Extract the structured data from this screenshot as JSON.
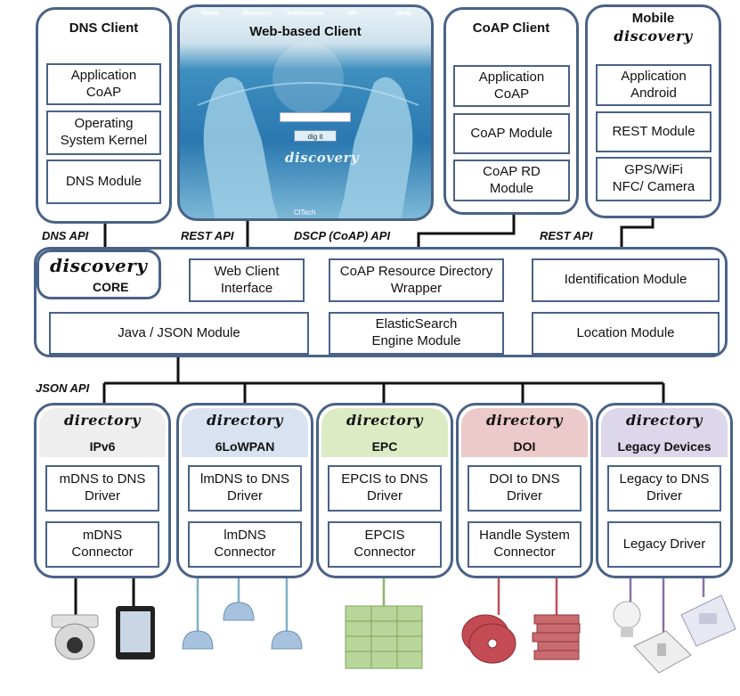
{
  "clients": {
    "dns": {
      "title": "DNS Client",
      "boxes": [
        "Application\nCoAP",
        "Operating\nSystem Kernel",
        "DNS Module"
      ]
    },
    "web": {
      "title": "Web-based Client",
      "nav": [
        "Home",
        "discovery",
        "Architecture",
        "API",
        "Help"
      ],
      "button": "dig it",
      "logo": "discovery",
      "credit": "ClTech"
    },
    "coap": {
      "title": "CoAP Client",
      "boxes": [
        "Application\nCoAP",
        "CoAP Module",
        "CoAP RD\nModule"
      ]
    },
    "mobile": {
      "title": "Mobile",
      "logo": "discovery",
      "boxes": [
        "Application\nAndroid",
        "REST Module",
        "GPS/WiFi\nNFC/ Camera"
      ]
    }
  },
  "apis": {
    "dns": "DNS API",
    "rest_left": "REST API",
    "dscp": "DSCP (CoAP) API",
    "rest_right": "REST API",
    "json": "JSON API"
  },
  "core": {
    "logo": "discovery",
    "label": "CORE",
    "boxes": {
      "web_client": "Web Client\nInterface",
      "coap_rd": "CoAP Resource Directory\nWrapper",
      "identification": "Identification Module",
      "java_json": "Java / JSON Module",
      "elastic": "ElasticSearch\nEngine Module",
      "location": "Location Module"
    }
  },
  "directories": [
    {
      "logo": "directory",
      "label": "IPv6",
      "boxes": [
        "mDNS to DNS\nDriver",
        "mDNS\nConnector"
      ],
      "color": "#eeeeee"
    },
    {
      "logo": "directory",
      "label": "6LoWPAN",
      "boxes": [
        "lmDNS to DNS\nDriver",
        "lmDNS\nConnector"
      ],
      "color": "#d9e2f1"
    },
    {
      "logo": "directory",
      "label": "EPC",
      "boxes": [
        "EPCIS to DNS\nDriver",
        "EPCIS\nConnector"
      ],
      "color": "#dcebc4"
    },
    {
      "logo": "directory",
      "label": "DOI",
      "boxes": [
        "DOI to DNS\nDriver",
        "Handle System\nConnector"
      ],
      "color": "#ecc9cb"
    },
    {
      "logo": "directory",
      "label": "Legacy Devices",
      "boxes": [
        "Legacy to DNS\nDriver",
        "Legacy Driver"
      ],
      "color": "#dcd7ea"
    }
  ],
  "colors": {
    "border": "#4a6287",
    "line": "#111111",
    "sensor_line": "#7fb0c8",
    "epc_line": "#8fb36a",
    "doi_line": "#c0505a",
    "legacy_line": "#8a6fa8"
  },
  "devices": [
    "camera-icon",
    "tablet-icon",
    "sensor-icon",
    "pallet-icon",
    "disc-icon",
    "books-icon",
    "bulb-icon",
    "switch-icon",
    "thermostat-icon"
  ]
}
